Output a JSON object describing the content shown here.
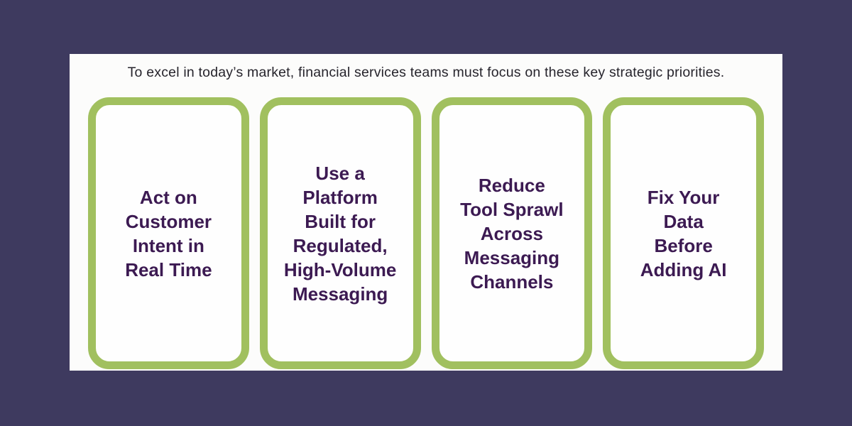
{
  "headline": "To excel in today’s market, financial services teams must focus on these key strategic priorities.",
  "cards": [
    {
      "text": "Act on\nCustomer\nIntent in\nReal Time"
    },
    {
      "text": "Use a\nPlatform\nBuilt for\nRegulated,\nHigh-Volume\nMessaging"
    },
    {
      "text": "Reduce\nTool Sprawl\nAcross\nMessaging\nChannels"
    },
    {
      "text": "Fix Your\nData\nBefore\nAdding AI"
    }
  ],
  "colors": {
    "frame-bg": "#3e3a5f",
    "panel-bg": "#fcfcfb",
    "card-border": "#a1c05f",
    "card-bg": "#fefefe",
    "card-text": "#3c1a52",
    "headline-text": "#26242c"
  }
}
